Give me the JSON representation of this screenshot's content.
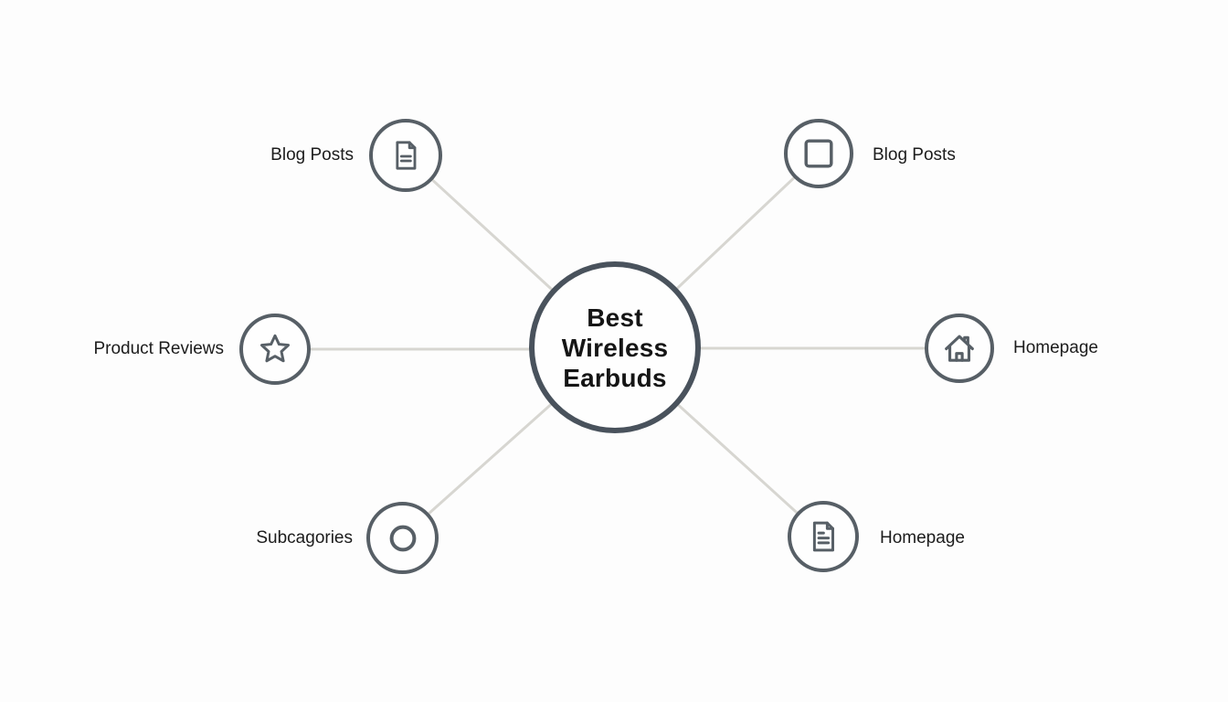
{
  "diagram": {
    "type": "mindmap",
    "title": "Best Wireless Earbuds",
    "center": {
      "label": "Best Wireless Earbuds",
      "lines": [
        "Best",
        "Wireless",
        "Earbuds"
      ]
    },
    "nodes": [
      {
        "id": "top-left",
        "label": "Blog Posts",
        "icon": "document-icon",
        "label_side": "left"
      },
      {
        "id": "top-right",
        "label": "Blog Posts",
        "icon": "square-icon",
        "label_side": "right"
      },
      {
        "id": "left",
        "label": "Product Reviews",
        "icon": "star-icon",
        "label_side": "left"
      },
      {
        "id": "right",
        "label": "Homepage",
        "icon": "home-icon",
        "label_side": "right"
      },
      {
        "id": "bottom-left",
        "label": "Subcagories",
        "icon": "circle-icon",
        "label_side": "left"
      },
      {
        "id": "bottom-right",
        "label": "Homepage",
        "icon": "document-lines-icon",
        "label_side": "right"
      }
    ],
    "colors": {
      "background": "#fdfdfd",
      "hub_border": "#49525c",
      "node_border": "#575f66",
      "icon_stroke": "#575f66",
      "connector_line": "#d7d6d1",
      "text": "#1c1c1c"
    }
  }
}
